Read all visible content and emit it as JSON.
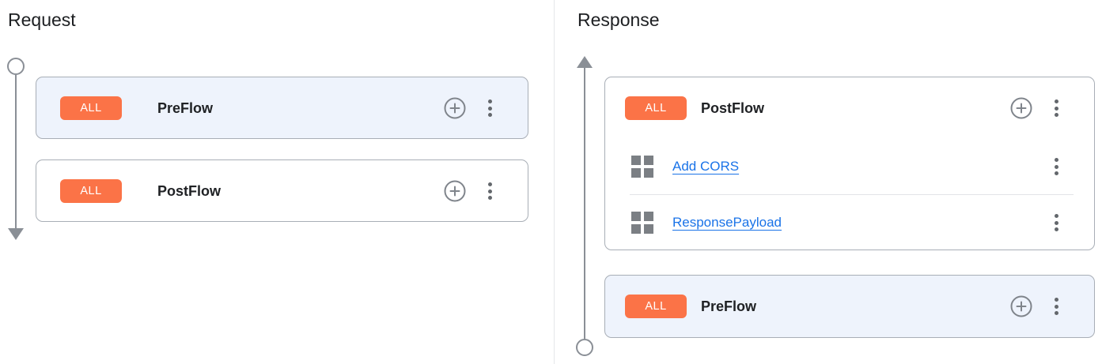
{
  "request_panel": {
    "title": "Request",
    "preflow_card": {
      "badge": "ALL",
      "title": "PreFlow"
    },
    "postflow_card": {
      "badge": "ALL",
      "title": "PostFlow"
    }
  },
  "response_panel": {
    "title": "Response",
    "postflow_card": {
      "badge": "ALL",
      "title": "PostFlow",
      "policies": [
        {
          "name": "Add CORS"
        },
        {
          "name": "ResponsePayload"
        }
      ]
    },
    "preflow_card": {
      "badge": "ALL",
      "title": "PreFlow"
    }
  },
  "icons": {
    "add_policy": "plus-circle",
    "card_menu": "kebab-vertical",
    "policy_step": "grid-2x2",
    "request_flow_start": "circle",
    "request_flow_end": "arrow-down",
    "response_flow_start": "circle",
    "response_flow_end": "arrow-up"
  },
  "colors": {
    "badge_orange": "#FB7347",
    "selected_card_bg": "#EEF3FC",
    "link_blue": "#1A73E8",
    "timeline_gray": "#8A8F96",
    "card_border": "#A8AEB6"
  }
}
